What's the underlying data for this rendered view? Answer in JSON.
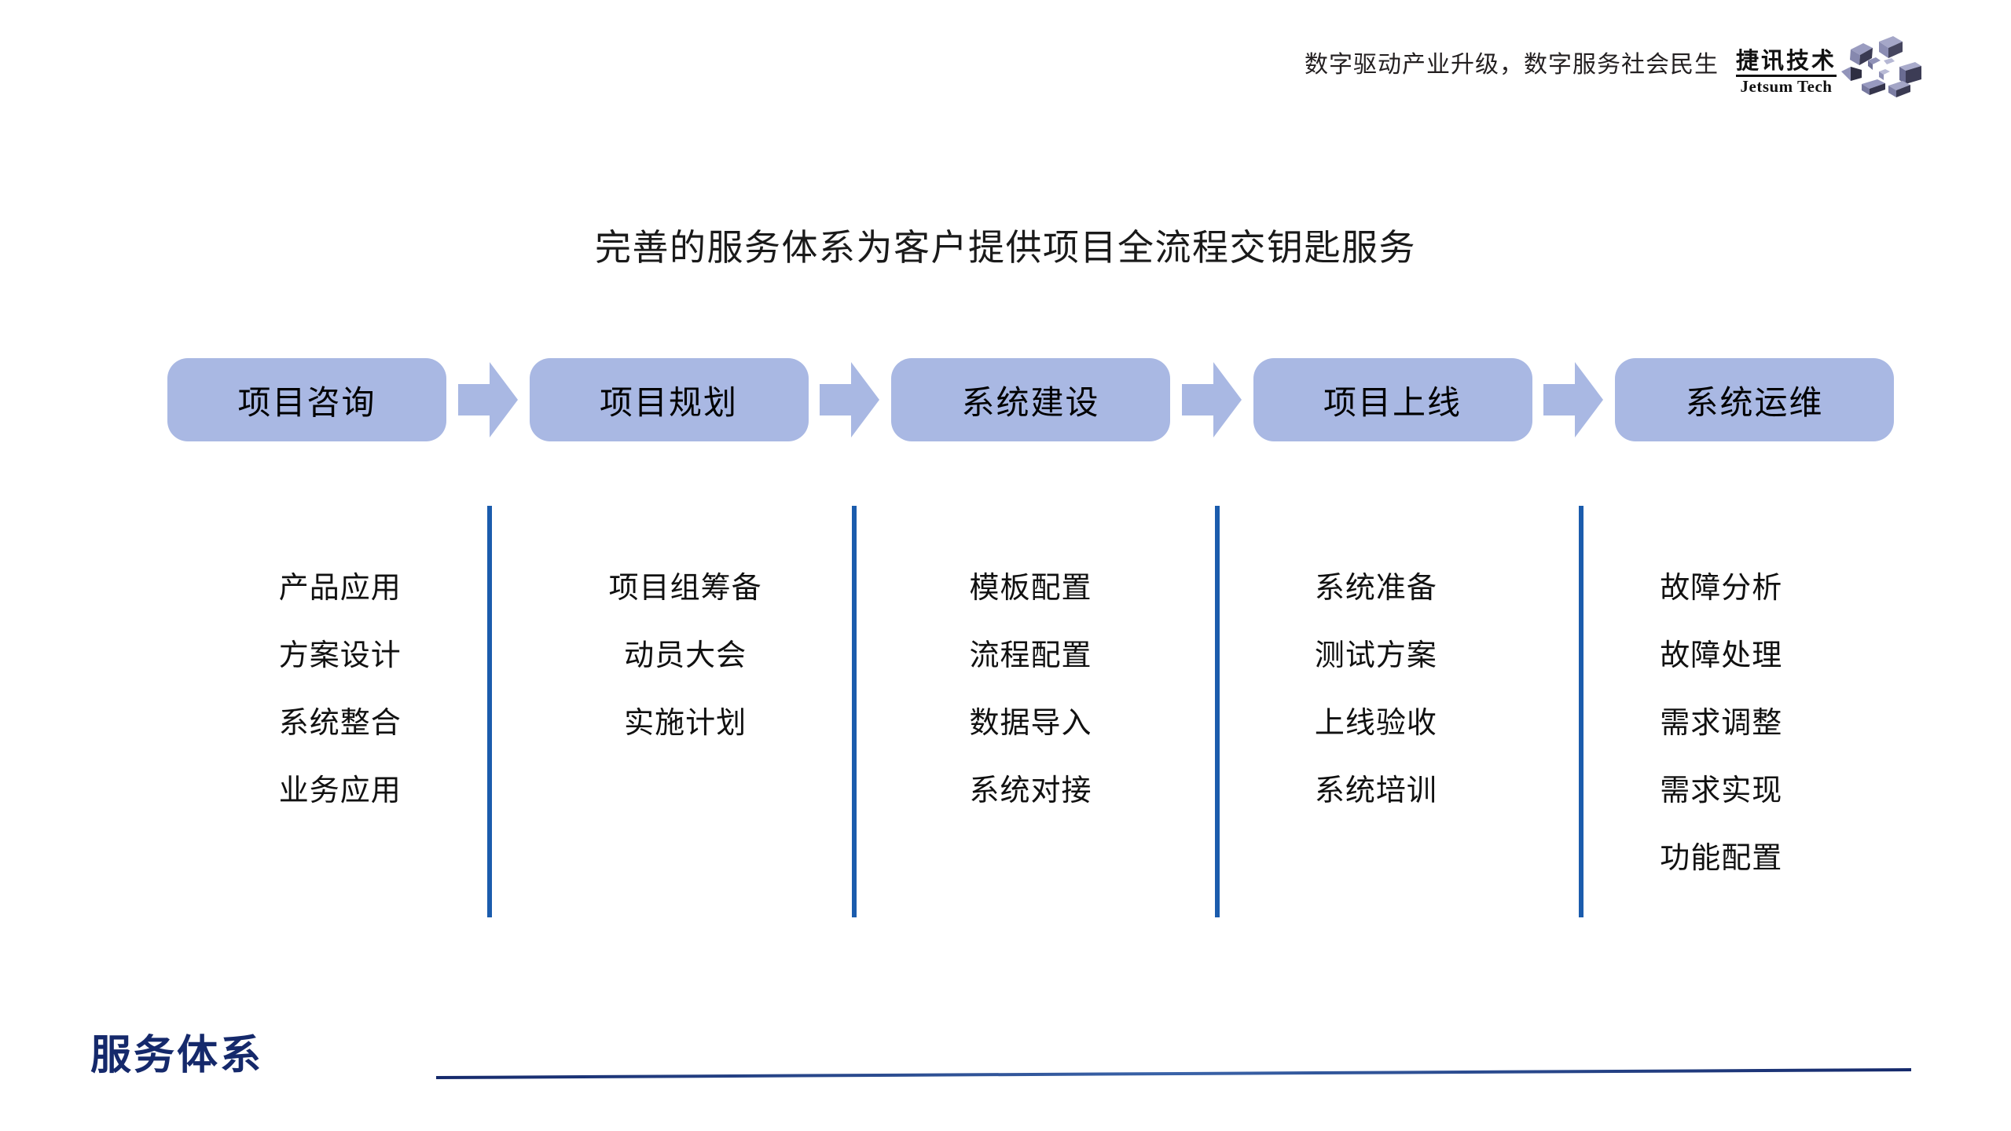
{
  "brand": {
    "slogan": "数字驱动产业升级，数字服务社会民生",
    "name_cn": "捷讯技术",
    "name_en": "Jetsum Tech",
    "logo_icon": "scattered-cubes-icon",
    "accent_box": "#a9b8e3",
    "accent_divider": "#1b5cad",
    "accent_footer": "#15296b"
  },
  "slide": {
    "title": "完善的服务体系为客户提供项目全流程交钥匙服务"
  },
  "flow": {
    "arrow_icon": "right-arrow-icon",
    "steps": [
      {
        "label": "项目咨询"
      },
      {
        "label": "项目规划"
      },
      {
        "label": "系统建设"
      },
      {
        "label": "项目上线"
      },
      {
        "label": "系统运维"
      }
    ]
  },
  "details": {
    "columns": [
      {
        "items": [
          "产品应用",
          "方案设计",
          "系统整合",
          "业务应用"
        ]
      },
      {
        "items": [
          "项目组筹备",
          "动员大会",
          "实施计划"
        ]
      },
      {
        "items": [
          "模板配置",
          "流程配置",
          "数据导入",
          "系统对接"
        ]
      },
      {
        "items": [
          "系统准备",
          "测试方案",
          "上线验收",
          "系统培训"
        ]
      },
      {
        "items": [
          "故障分析",
          "故障处理",
          "需求调整",
          "需求实现",
          "功能配置"
        ]
      }
    ],
    "divider_positions": [
      620,
      1084,
      1546,
      2009
    ]
  },
  "footer": {
    "label": "服务体系"
  }
}
